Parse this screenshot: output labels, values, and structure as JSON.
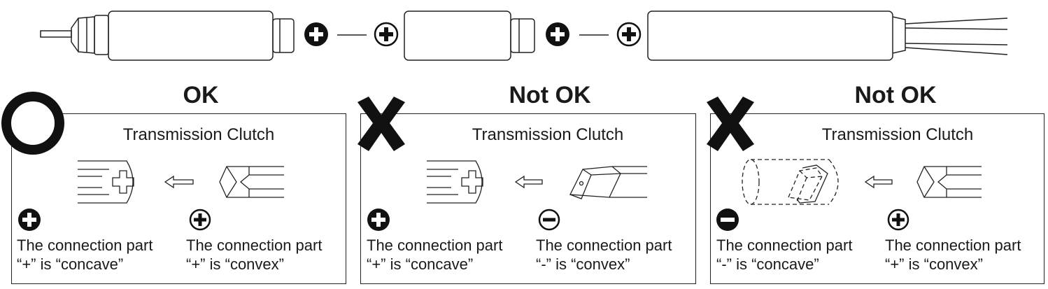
{
  "top_strip": {
    "polarity_labels": [
      "plus",
      "plus",
      "plus",
      "plus"
    ]
  },
  "panels": [
    {
      "verdict": "OK",
      "verdict_mark": "circle",
      "title": "Transmission Clutch",
      "left": {
        "polarity": "plus",
        "line1": "The connection part",
        "line2": "“+” is “concave”"
      },
      "right": {
        "polarity": "plus",
        "line1": "The connection part",
        "line2": "“+” is “convex”"
      }
    },
    {
      "verdict": "Not OK",
      "verdict_mark": "cross",
      "title": "Transmission Clutch",
      "left": {
        "polarity": "plus",
        "line1": "The connection part",
        "line2": "“+” is “concave”"
      },
      "right": {
        "polarity": "minus",
        "line1": "The connection part",
        "line2": "“-” is “convex”"
      }
    },
    {
      "verdict": "Not OK",
      "verdict_mark": "cross",
      "title": "Transmission Clutch",
      "left": {
        "polarity": "minus",
        "line1": "The connection part",
        "line2": "“-” is “concave”"
      },
      "right": {
        "polarity": "plus",
        "line1": "The connection part",
        "line2": "“+” is “convex”"
      }
    }
  ]
}
